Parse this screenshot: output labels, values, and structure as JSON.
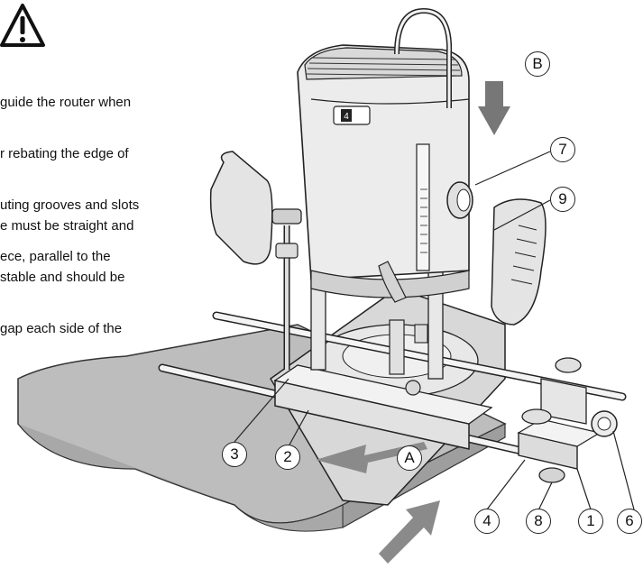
{
  "text": {
    "para1": [
      "guide the router when",
      "r rebating the edge of",
      "uting grooves and slots",
      "ece, parallel to the"
    ],
    "para2": [
      "e must be straight and",
      "stable and should be",
      "gap each side of the"
    ]
  },
  "labels": {
    "b": "B",
    "a": "A",
    "n7": "7",
    "n9": "9",
    "n3": "3",
    "n2": "2",
    "n4": "4",
    "n8": "8",
    "n1": "1",
    "n6": "6",
    "dial": "4"
  },
  "icons": [
    "warning-triangle-icon",
    "arrow-down-icon",
    "arrow-feed-icon"
  ]
}
